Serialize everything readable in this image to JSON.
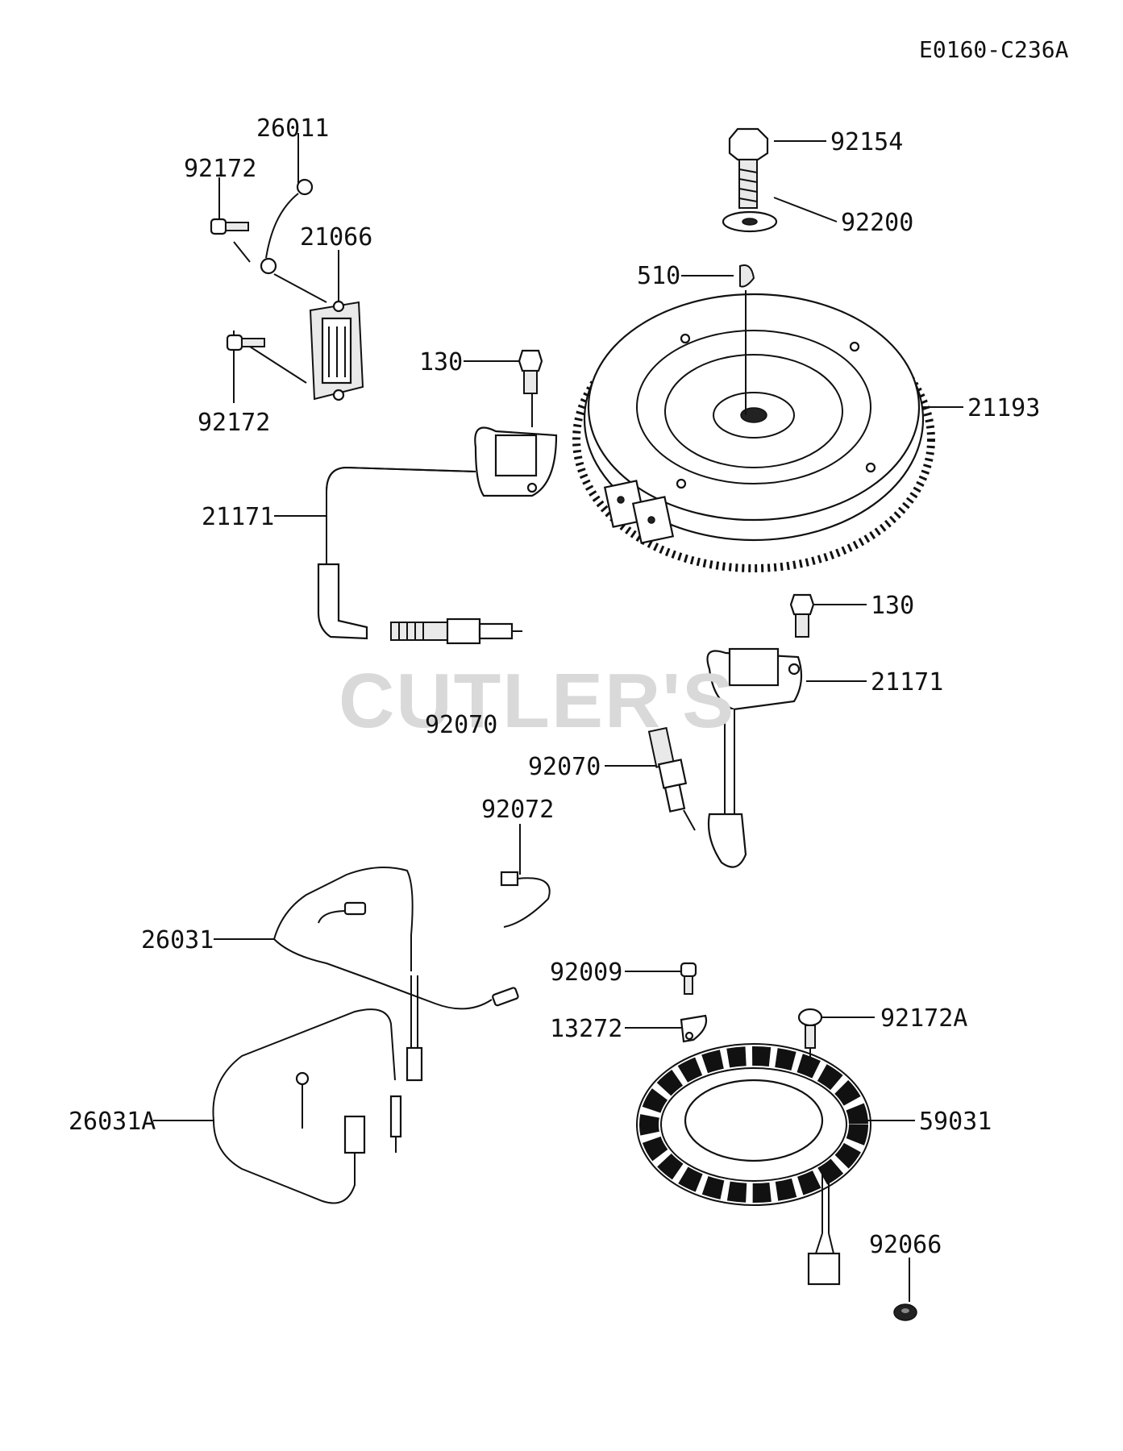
{
  "diagram": {
    "code": "E0160-C236A",
    "watermark": "CUTLER'S",
    "labels": {
      "l26011": "26011",
      "l92172_top": "92172",
      "l21066": "21066",
      "l92172_bot": "92172",
      "l92154": "92154",
      "l92200": "92200",
      "l510": "510",
      "l130_top": "130",
      "l21193": "21193",
      "l21171_left": "21171",
      "l130_right": "130",
      "l21171_right": "21171",
      "l92070_left": "92070",
      "l92070_right": "92070",
      "l92072": "92072",
      "l26031": "26031",
      "l92009": "92009",
      "l13272": "13272",
      "l92172A": "92172A",
      "l26031A": "26031A",
      "l59031": "59031",
      "l92066": "92066"
    }
  }
}
